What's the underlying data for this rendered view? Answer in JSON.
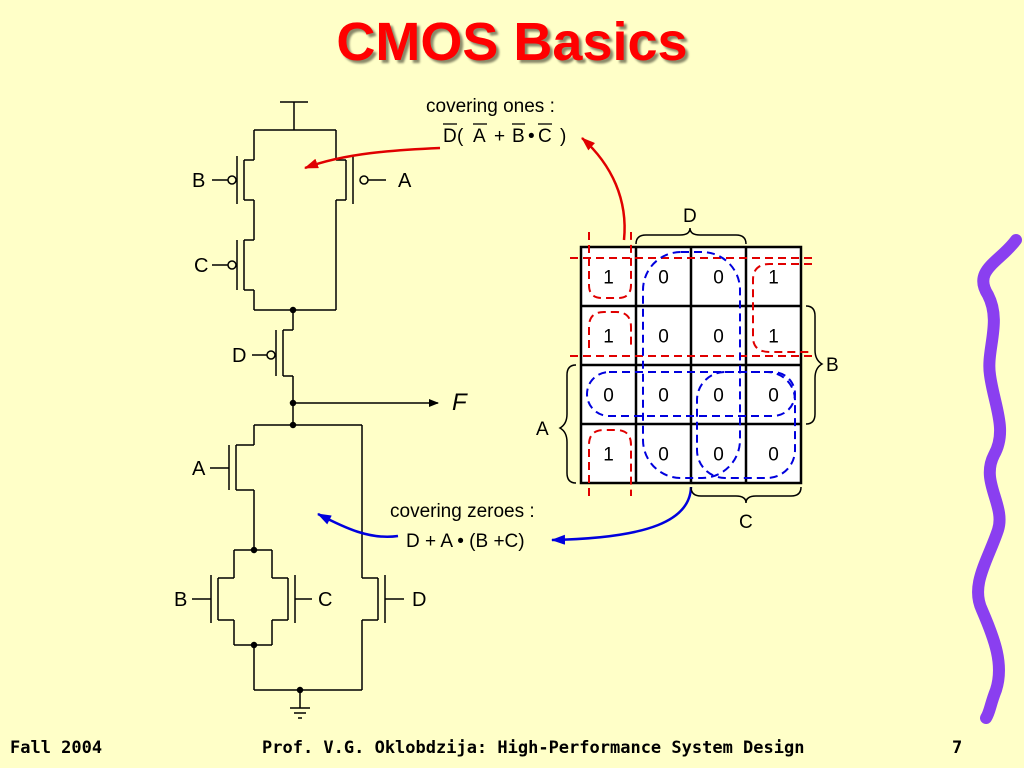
{
  "title": "CMOS Basics",
  "footer": {
    "left": "Fall 2004",
    "center": "Prof. V.G. Oklobdzija: High-Performance System Design",
    "right": "7"
  },
  "schematic": {
    "pmos_inputs": [
      "B",
      "A",
      "C",
      "D"
    ],
    "nmos_inputs": [
      "A",
      "B",
      "C",
      "D"
    ],
    "output": "F"
  },
  "annotations": {
    "ones_caption": "covering ones :",
    "ones_expr": {
      "d": "D",
      "open": "(",
      "a": "A",
      "plus": "+",
      "b": "B",
      "dot": "•",
      "c": "C",
      "close": ")"
    },
    "zeroes_caption": "covering zeroes :",
    "zeroes_expr": "D + A • (B +C)"
  },
  "kmap": {
    "label_top": "D",
    "label_right": "B",
    "label_left": "A",
    "label_bottom": "C",
    "cells": [
      [
        "1",
        "0",
        "0",
        "1"
      ],
      [
        "1",
        "0",
        "0",
        "1"
      ],
      [
        "0",
        "0",
        "0",
        "0"
      ],
      [
        "1",
        "0",
        "0",
        "0"
      ]
    ]
  },
  "colors": {
    "background": "#ffffc8",
    "title": "#ff0000",
    "ones_group": "#e00000",
    "zeroes_group": "#0000dd",
    "squiggle": "#8a3ff0"
  }
}
